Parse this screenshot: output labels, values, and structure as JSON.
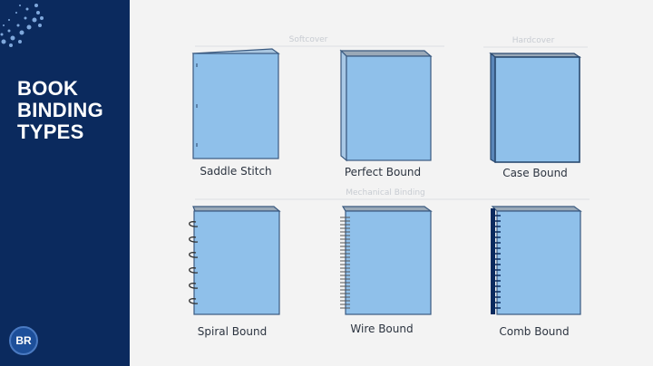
{
  "sidebar": {
    "title_lines": [
      "BOOK",
      "BINDING",
      "TYPES"
    ],
    "logo_text": "BR"
  },
  "sections": {
    "softcover": "Softcover",
    "hardcover": "Hardcover",
    "mechanical": "Mechanical Binding"
  },
  "bindings": [
    {
      "label": "Saddle Stitch"
    },
    {
      "label": "Perfect Bound"
    },
    {
      "label": "Case Bound"
    },
    {
      "label": "Spiral Bound"
    },
    {
      "label": "Wire Bound"
    },
    {
      "label": "Comb Bound"
    }
  ],
  "colors": {
    "sidebar": "#0b2a5e",
    "book": "#8fc0ea",
    "outline": "#3a5a80",
    "background": "#f3f3f3"
  }
}
